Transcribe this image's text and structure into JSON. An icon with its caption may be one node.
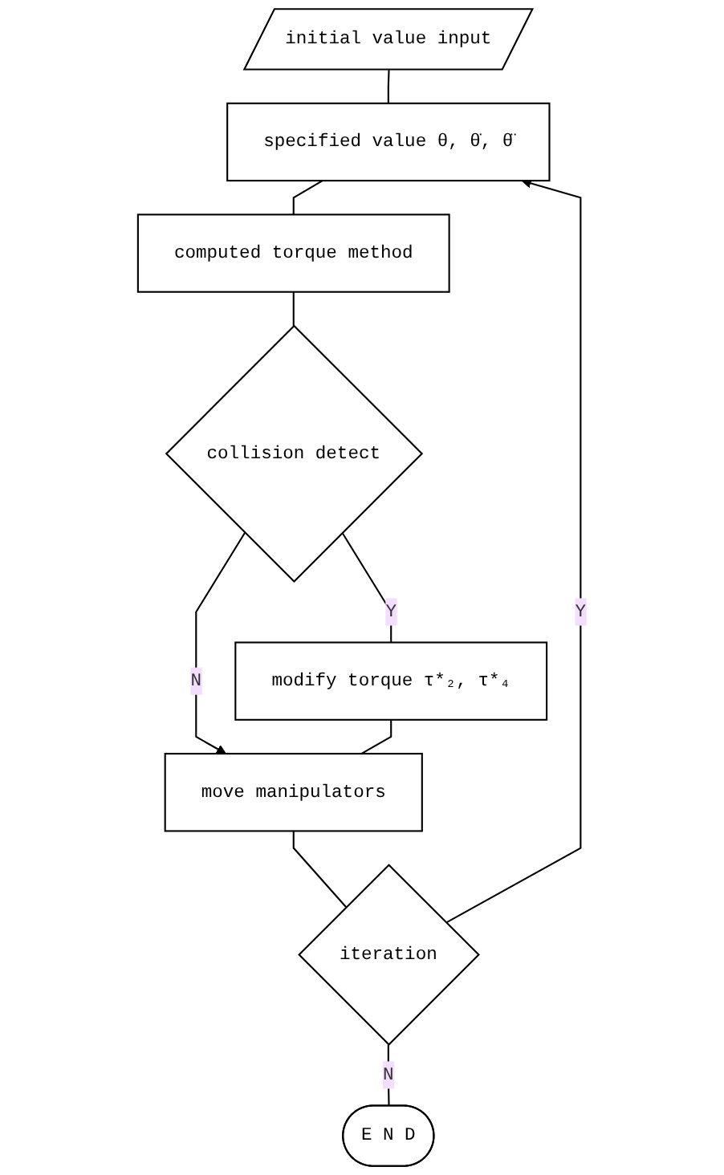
{
  "diagram": {
    "nodes": [
      {
        "text": [
          "initial value input"
        ]
      },
      {
        "text": [
          "specified value θ, θ̇, θ̈"
        ]
      },
      {
        "text": [
          "computed torque method"
        ]
      },
      {
        "text": [
          "collision detect"
        ]
      },
      {
        "text": [
          "modify torque τ*₂, τ*₄"
        ]
      },
      {
        "text": [
          "move manipulators"
        ]
      },
      {
        "text": [
          "iteration"
        ]
      },
      {
        "text": [
          "E N D"
        ]
      }
    ],
    "edges": [
      {
        "from": 0,
        "to": 1,
        "arrow": "none"
      },
      {
        "from": 1,
        "to": 2,
        "arrow": "none"
      },
      {
        "from": 2,
        "to": 3,
        "arrow": "none"
      },
      {
        "from": 3,
        "to": 4,
        "arrow": "none",
        "label": "Y"
      },
      {
        "from": 3,
        "to": 5,
        "arrow": "to",
        "label": "N"
      },
      {
        "from": 4,
        "to": 5,
        "arrow": "none"
      },
      {
        "from": 5,
        "to": 6,
        "arrow": "none"
      },
      {
        "from": 6,
        "to": 1,
        "arrow": "to",
        "label": "Y"
      },
      {
        "from": 6,
        "to": 7,
        "arrow": "none",
        "label": "N"
      }
    ]
  }
}
